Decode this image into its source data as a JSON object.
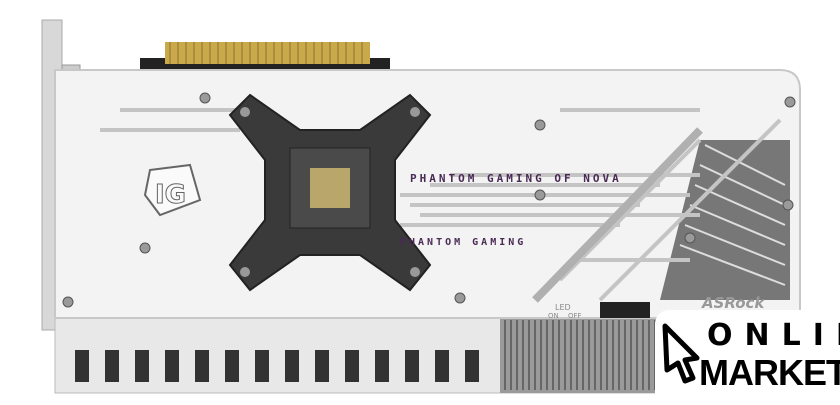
{
  "product": {
    "brand_logo": "ASRock",
    "series_text_top": "PHANTOM GAMING OF NOVA",
    "series_text_mid": "PHANTOM GAMING",
    "led_switch": {
      "label": "LED",
      "on": "ON",
      "off": "OFF"
    }
  },
  "watermark": {
    "line1": "ONLINE",
    "line2": "MARKET"
  },
  "colors": {
    "backplate": "#f2f2f2",
    "bracket": "#3a3a3a",
    "accent": "#4a2a55",
    "pcie_gold": "#c9a94a"
  }
}
